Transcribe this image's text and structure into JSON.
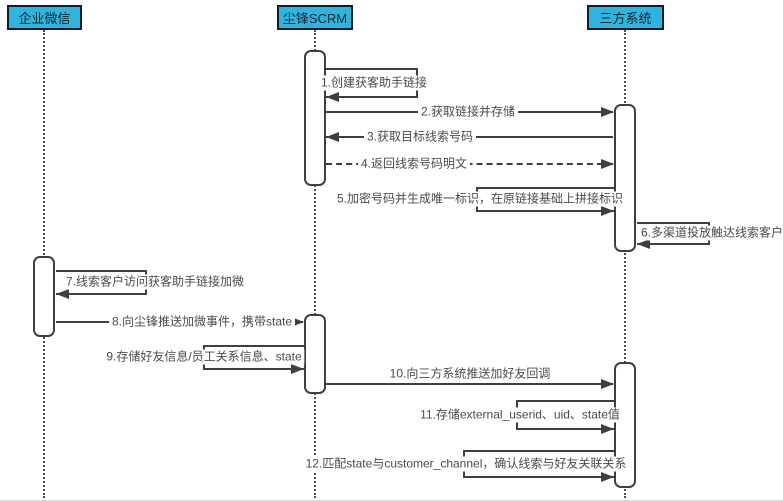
{
  "diagram_type": "sequence-diagram",
  "participants": [
    {
      "label": "企业微信"
    },
    {
      "label": "尘锋SCRM"
    },
    {
      "label": "三方系统"
    }
  ],
  "messages": [
    {
      "label": "1.创建获客助手链接",
      "type": "self-loop",
      "from": "尘锋SCRM",
      "to": "尘锋SCRM"
    },
    {
      "label": "2.获取链接并存储",
      "type": "solid-arrow",
      "from": "尘锋SCRM",
      "to": "三方系统"
    },
    {
      "label": "3.获取目标线索号码",
      "type": "solid-arrow",
      "from": "三方系统",
      "to": "尘锋SCRM"
    },
    {
      "label": "4.返回线索号码明文",
      "type": "dashed-arrow",
      "from": "尘锋SCRM",
      "to": "三方系统"
    },
    {
      "label": "5.加密号码并生成唯一标识，在原链接基础上拼接标识",
      "type": "self-loop",
      "from": "三方系统",
      "to": "三方系统"
    },
    {
      "label": "6.多渠道投放触达线索客户",
      "type": "self-loop",
      "from": "三方系统",
      "to": "三方系统"
    },
    {
      "label": "7.线索客户访问获客助手链接加微",
      "type": "self-loop",
      "from": "企业微信",
      "to": "企业微信"
    },
    {
      "label": "8.向尘锋推送加微事件，携带state",
      "type": "solid-arrow",
      "from": "企业微信",
      "to": "尘锋SCRM"
    },
    {
      "label": "9.存储好友信息/员工关系信息、state",
      "type": "self-loop",
      "from": "尘锋SCRM",
      "to": "尘锋SCRM"
    },
    {
      "label": "10.向三方系统推送加好友回调",
      "type": "solid-arrow",
      "from": "尘锋SCRM",
      "to": "三方系统"
    },
    {
      "label": "11.存储external_userid、uid、state值",
      "type": "self-loop",
      "from": "三方系统",
      "to": "三方系统"
    },
    {
      "label": "12.匹配state与customer_channel，确认线索与好友关联关系",
      "type": "self-loop",
      "from": "三方系统",
      "to": "三方系统"
    }
  ],
  "colors": {
    "participant_fill": "#2CB6DF",
    "participant_border": "#161C24",
    "line": "#3F3F3F",
    "label_text": "#4A4A4A",
    "background": "#FFFFFF"
  }
}
